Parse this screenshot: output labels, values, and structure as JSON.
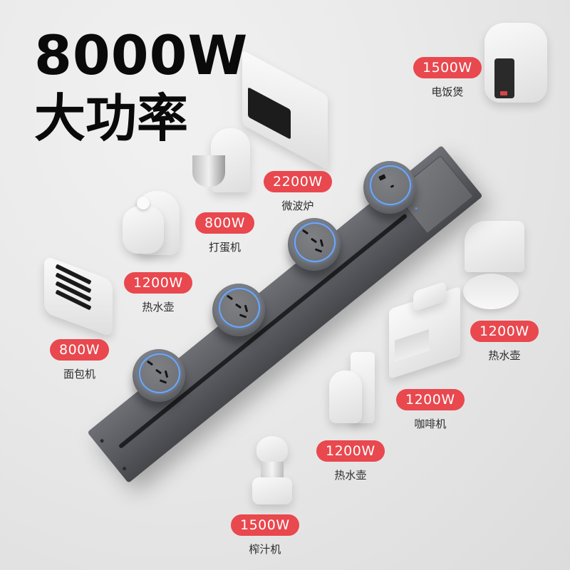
{
  "headline": {
    "power": "8000W",
    "subtitle": "大功率"
  },
  "colors": {
    "badge_bg": "#e8484e",
    "badge_text": "#ffffff",
    "strip": "#5c5e62",
    "socket_ring": "#6aa8ff",
    "background": "#e9e9e9"
  },
  "strip": {
    "sockets": [
      {
        "type": "five-hole-outlet"
      },
      {
        "type": "five-hole-outlet"
      },
      {
        "type": "five-hole-outlet"
      },
      {
        "type": "usb-a-usb-c"
      }
    ],
    "switch_panel": "master-switch"
  },
  "appliances": [
    {
      "watts": "1500W",
      "name": "电饭煲",
      "icon": "rice-cooker-icon"
    },
    {
      "watts": "2200W",
      "name": "微波炉",
      "icon": "microwave-icon"
    },
    {
      "watts": "800W",
      "name": "打蛋机",
      "icon": "stand-mixer-icon"
    },
    {
      "watts": "1200W",
      "name": "热水壶",
      "icon": "kettle-icon"
    },
    {
      "watts": "800W",
      "name": "面包机",
      "icon": "toaster-icon"
    },
    {
      "watts": "1200W",
      "name": "热水壶",
      "icon": "water-dispenser-icon"
    },
    {
      "watts": "1200W",
      "name": "咖啡机",
      "icon": "espresso-machine-icon"
    },
    {
      "watts": "1200W",
      "name": "热水壶",
      "icon": "drip-coffee-maker-icon"
    },
    {
      "watts": "1500W",
      "name": "榨汁机",
      "icon": "blender-icon"
    }
  ]
}
